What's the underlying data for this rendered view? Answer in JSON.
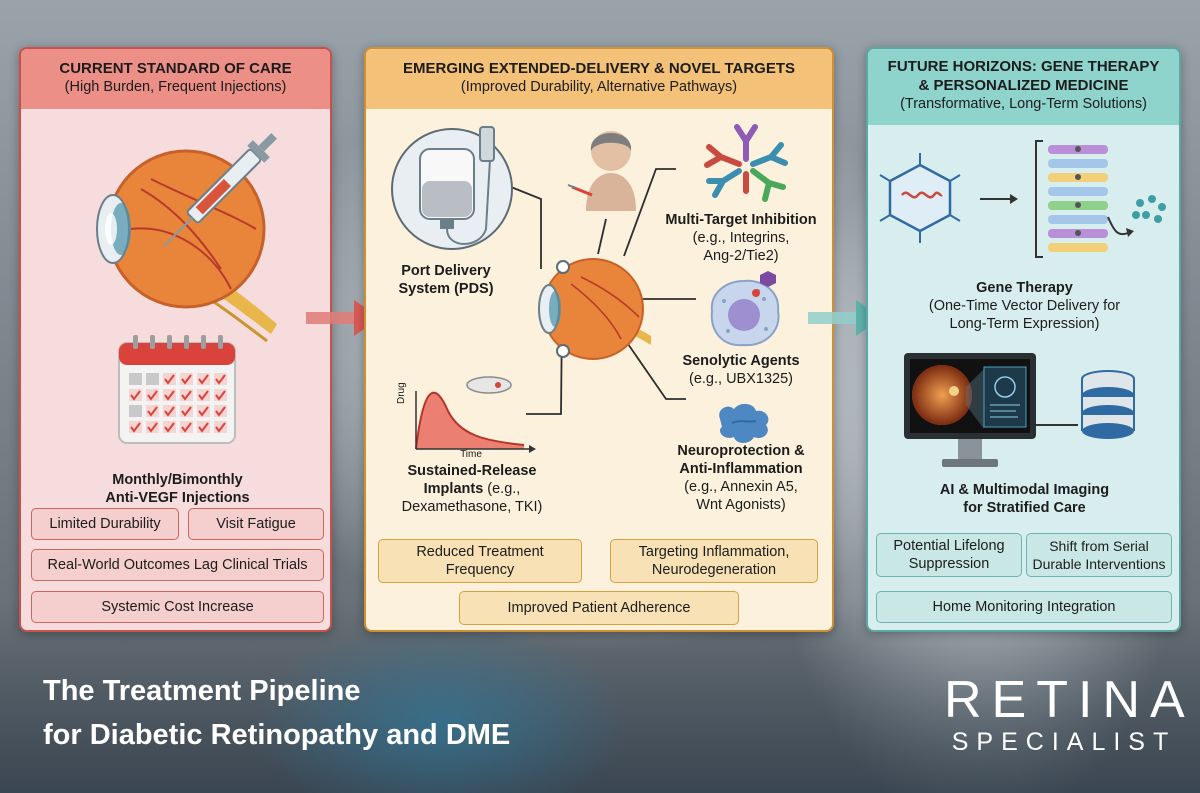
{
  "panels": {
    "current": {
      "title": "CURRENT STANDARD OF CARE",
      "subtitle": "(High Burden, Frequent Injections)",
      "injection_label_1": "Monthly/Bimonthly",
      "injection_label_2": "Anti-VEGF Injections",
      "pills": [
        "Limited Durability",
        "Visit Fatigue",
        "Real-World Outcomes Lag Clinical Trials",
        "Systemic Cost Increase"
      ]
    },
    "emerging": {
      "title": "EMERGING EXTENDED-DELIVERY & NOVEL TARGETS",
      "subtitle": "(Improved Durability, Alternative Pathways)",
      "pds_1": "Port Delivery",
      "pds_2": "System (PDS)",
      "multi_title": "Multi-Target Inhibition",
      "multi_sub_1": "(e.g., Integrins,",
      "multi_sub_2": "Ang-2/Tie2)",
      "seno_title": "Senolytic Agents",
      "seno_sub": "(e.g., UBX1325)",
      "neuro_title_1": "Neuroprotection &",
      "neuro_title_2": "Anti-Inflammation",
      "neuro_sub_1": "(e.g., Annexin A5,",
      "neuro_sub_2": "Wnt Agonists)",
      "sr_title_1": "Sustained-Release",
      "sr_title_2": "Implants",
      "sr_sub_1": " (e.g.,",
      "sr_sub_2": "Dexamethasone, TKI)",
      "graph_y": "Drug",
      "graph_x": "Time",
      "pills": [
        "Reduced Treatment Frequency",
        "Targeting Inflammation, Neurodegeneration",
        "Improved Patient Adherence"
      ]
    },
    "future": {
      "title_1": "FUTURE HORIZONS: GENE THERAPY",
      "title_2": "& PERSONALIZED MEDICINE",
      "subtitle": "(Transformative, Long-Term Solutions)",
      "gene_title": "Gene Therapy",
      "gene_sub_1": "(One-Time Vector Delivery for",
      "gene_sub_2": "Long-Term Expression)",
      "ai_title_1": "AI & Multimodal Imaging",
      "ai_title_2": "for Stratified Care",
      "pills": [
        "Potential Lifelong Suppression",
        "Shift from Serial Durable Interventions",
        "Home Monitoring Integration"
      ]
    }
  },
  "footer": {
    "title_1": "The Treatment Pipeline",
    "title_2": "for Diabetic Retinopathy and DME",
    "logo_1": "RETINA",
    "logo_2": "SPECIALIST"
  },
  "colors": {
    "red": "#c7524d",
    "orange": "#cf8f33",
    "teal": "#5aa8a3"
  }
}
